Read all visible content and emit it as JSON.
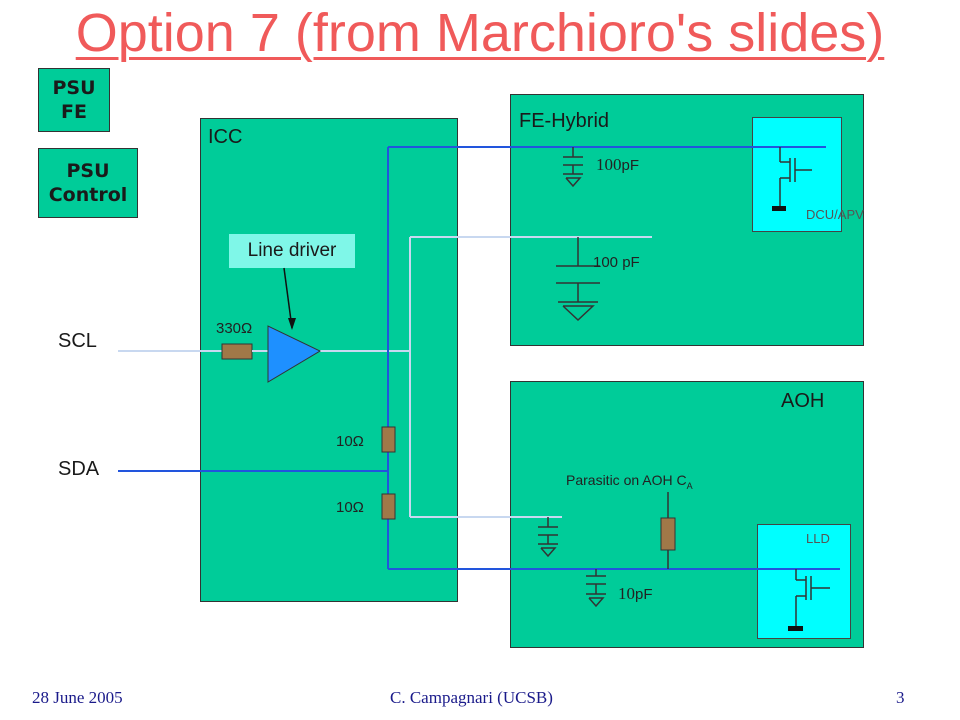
{
  "title": "Option 7 (from Marchioro's slides)",
  "psu_fe": [
    "PSU",
    "FE"
  ],
  "psu_control": [
    "PSU",
    "Control"
  ],
  "icc_label": "ICC",
  "fe_hybrid_label": "FE-Hybrid",
  "aoh_label": "AOH",
  "line_driver_label": "Line driver",
  "scl_label": "SCL",
  "sda_label": "SDA",
  "r330_label": "330Ω",
  "r10a_label": "10Ω",
  "r10b_label": "10Ω",
  "c100a_num": "100",
  "c100a_unit": "pF",
  "c100b_label": "100 pF",
  "c10_num": "10",
  "c10_unit": "pF",
  "dcu_apv_label": "DCU/APV",
  "lld_label": "LLD",
  "parasitic_text": "Parasitic on AOH C",
  "parasitic_sub": "A",
  "footer": {
    "date": "28 June 2005",
    "author": "C. Campagnari (UCSB)",
    "page": "3"
  },
  "colors": {
    "title": "#f05a5a",
    "board": "#00cc99",
    "wire_blue": "#2255dd",
    "wire_light": "#c8d8f0",
    "resistor": "#a07848",
    "driver": "#1e90ff",
    "label_bg": "#7ff7e8"
  }
}
